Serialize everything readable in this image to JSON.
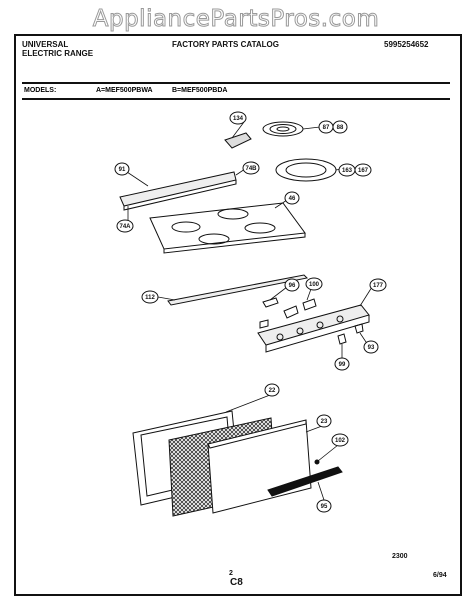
{
  "watermark": "AppliancePartsPros.com",
  "header": {
    "brand_line1": "UNIVERSAL",
    "brand_line2": "ELECTRIC RANGE",
    "catalog_title": "FACTORY PARTS CATALOG",
    "catalog_number": "5995254652"
  },
  "models": {
    "label": "MODELS:",
    "model_a": "A=MEF500PBWA",
    "model_b": "B=MEF500PBDA"
  },
  "callouts": {
    "c134": "134",
    "c87": "87",
    "c88": "88",
    "c91": "91",
    "c74b": "74B",
    "c163": "163",
    "c167": "167",
    "c74a": "74A",
    "c46": "46",
    "c96": "96",
    "c100": "100",
    "c177": "177",
    "c112": "112",
    "c93": "93",
    "c99": "99",
    "c22": "22",
    "c23": "23",
    "c102": "102",
    "c95": "95"
  },
  "footer": {
    "diagram_code": "2300",
    "page_number": "2",
    "section_code": "C8",
    "date_code": "6/94"
  }
}
